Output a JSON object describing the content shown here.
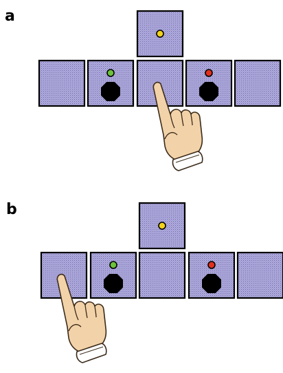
{
  "panels": [
    {
      "label": "a",
      "touched_tile": "center",
      "tiles": [
        {
          "id": "top-center",
          "marker": "yellow"
        },
        {
          "id": "left",
          "marker": null
        },
        {
          "id": "left-center",
          "marker": "green",
          "obstacle": true
        },
        {
          "id": "center",
          "marker": null
        },
        {
          "id": "right-center",
          "marker": "red",
          "obstacle": true
        },
        {
          "id": "right",
          "marker": null
        }
      ]
    },
    {
      "label": "b",
      "touched_tile": "left",
      "tiles": [
        {
          "id": "top-center",
          "marker": "yellow"
        },
        {
          "id": "left",
          "marker": null
        },
        {
          "id": "left-center",
          "marker": "green",
          "obstacle": true
        },
        {
          "id": "center",
          "marker": null
        },
        {
          "id": "right-center",
          "marker": "red",
          "obstacle": true
        },
        {
          "id": "right",
          "marker": null
        }
      ]
    }
  ],
  "colors": {
    "tile_fill": "#a8a4d8",
    "tile_border": "#000000",
    "yellow": "#f2d21a",
    "green": "#6cc23a",
    "red": "#e0301e",
    "obstacle": "#000000",
    "hand_skin": "#f2d2a8",
    "hand_outline": "#3a2a1a",
    "cuff": "#ffffff"
  }
}
